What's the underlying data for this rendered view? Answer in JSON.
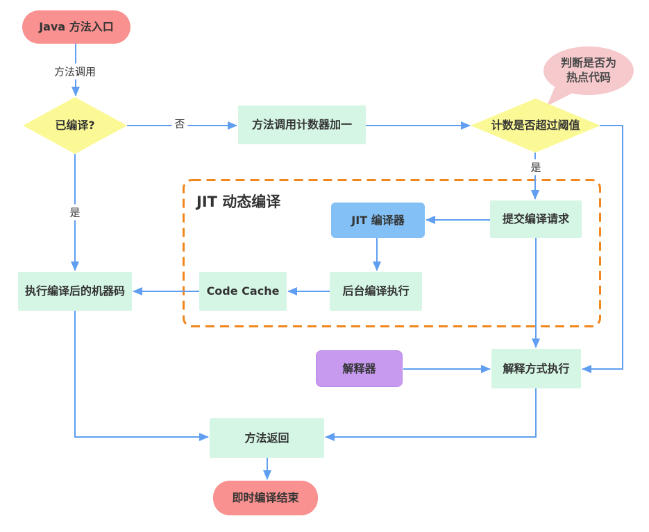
{
  "container": {
    "title": "JIT 动态编译"
  },
  "nodes": {
    "java_entry": {
      "label": "Java 方法入口"
    },
    "compiled_check": {
      "label": "已编译?"
    },
    "counter_increment": {
      "label": "方法调用计数器加一"
    },
    "hotspot_bubble": {
      "line1": "判断是否为",
      "line2": "热点代码"
    },
    "threshold_check": {
      "label": "计数是否超过阈值"
    },
    "submit_request": {
      "label": "提交编译请求"
    },
    "jit_compiler": {
      "label": "JIT 编译器"
    },
    "background_compile": {
      "label": "后台编译执行"
    },
    "code_cache": {
      "label": "Code Cache"
    },
    "execute_machine_code": {
      "label": "执行编译后的机器码"
    },
    "interpreter": {
      "label": "解释器"
    },
    "interpret_execute": {
      "label": "解释方式执行"
    },
    "method_return": {
      "label": "方法返回"
    },
    "jit_end": {
      "label": "即时编译结束"
    }
  },
  "edge_labels": {
    "method_call": "方法调用",
    "no": "否",
    "yes_compiled": "是",
    "yes_hotspot": "是"
  },
  "colors": {
    "terminal_pink": "#f8918f",
    "bubble_pink": "#f6c9cc",
    "decision_yellow": "#fbf995",
    "process_green": "#d5f6e5",
    "jit_blue": "#83c0f5",
    "interpreter_purple": "#c79af0",
    "container_orange": "#f0861c",
    "connector_blue": "#5f9ef0",
    "text_dark": "#333333"
  }
}
